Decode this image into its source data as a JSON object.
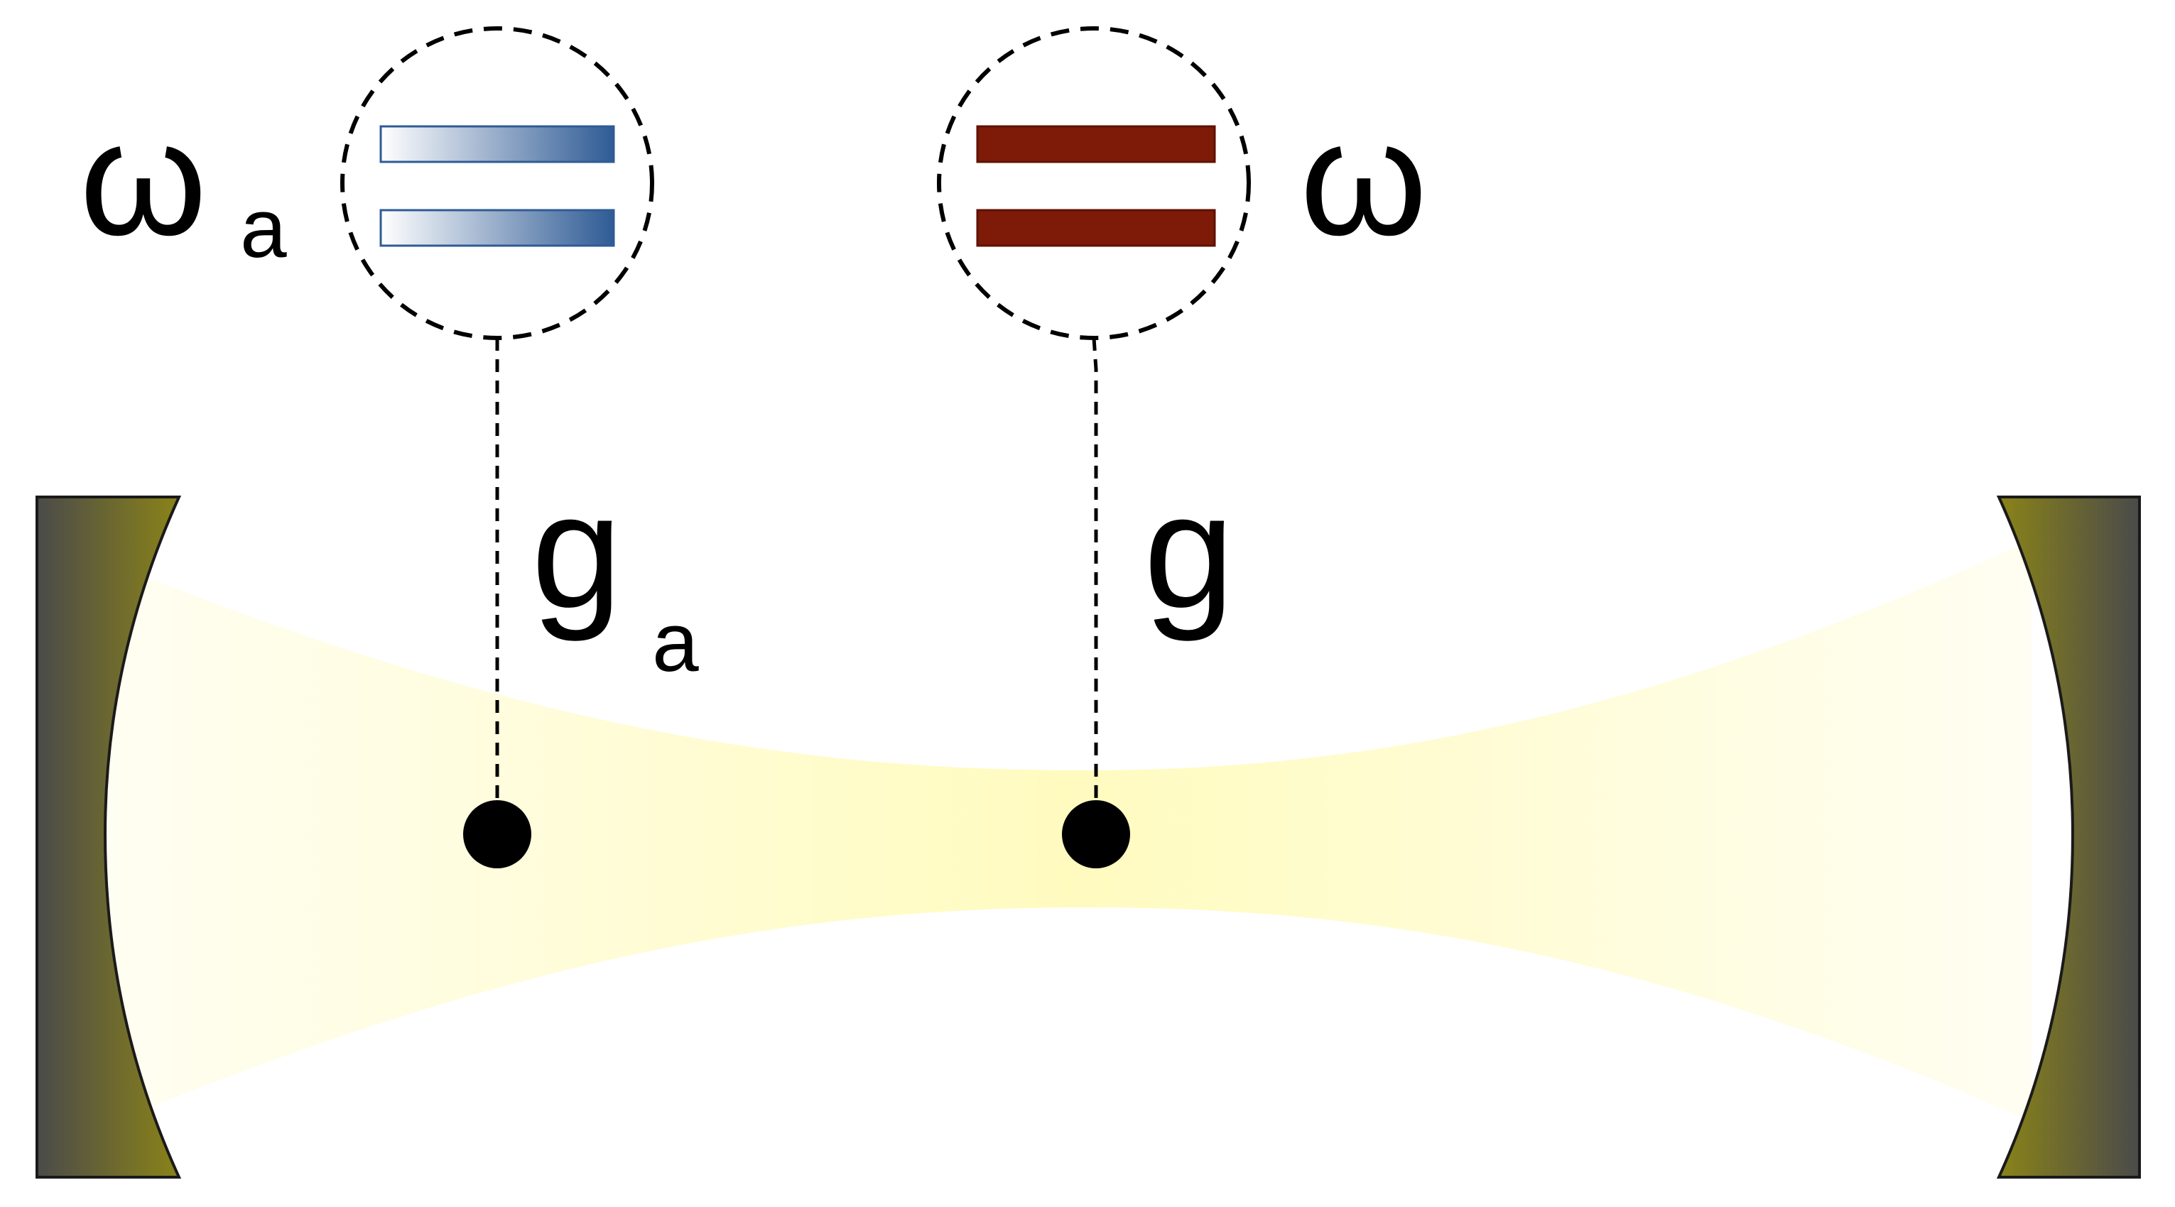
{
  "labels": {
    "omega_a_base": "ω",
    "omega_a_sub": "a",
    "omega": "ω",
    "g_a_base": "g",
    "g_a_sub": "a",
    "g": "g"
  },
  "colors": {
    "mirror_dark": "#4a4a4a",
    "mirror_gold": "#8a8318",
    "beam": "#fffbbf",
    "left_levels_fill_start": "#ffffff",
    "left_levels_fill_end": "#2f5b95",
    "right_levels_fill": "#7e1a08",
    "atom": "#000000",
    "dashes": "#000000"
  },
  "icons": {
    "left_mirror": "concave-mirror-icon",
    "right_mirror": "concave-mirror-icon",
    "left_atom": "atom-dot-icon",
    "right_atom": "atom-dot-icon"
  }
}
